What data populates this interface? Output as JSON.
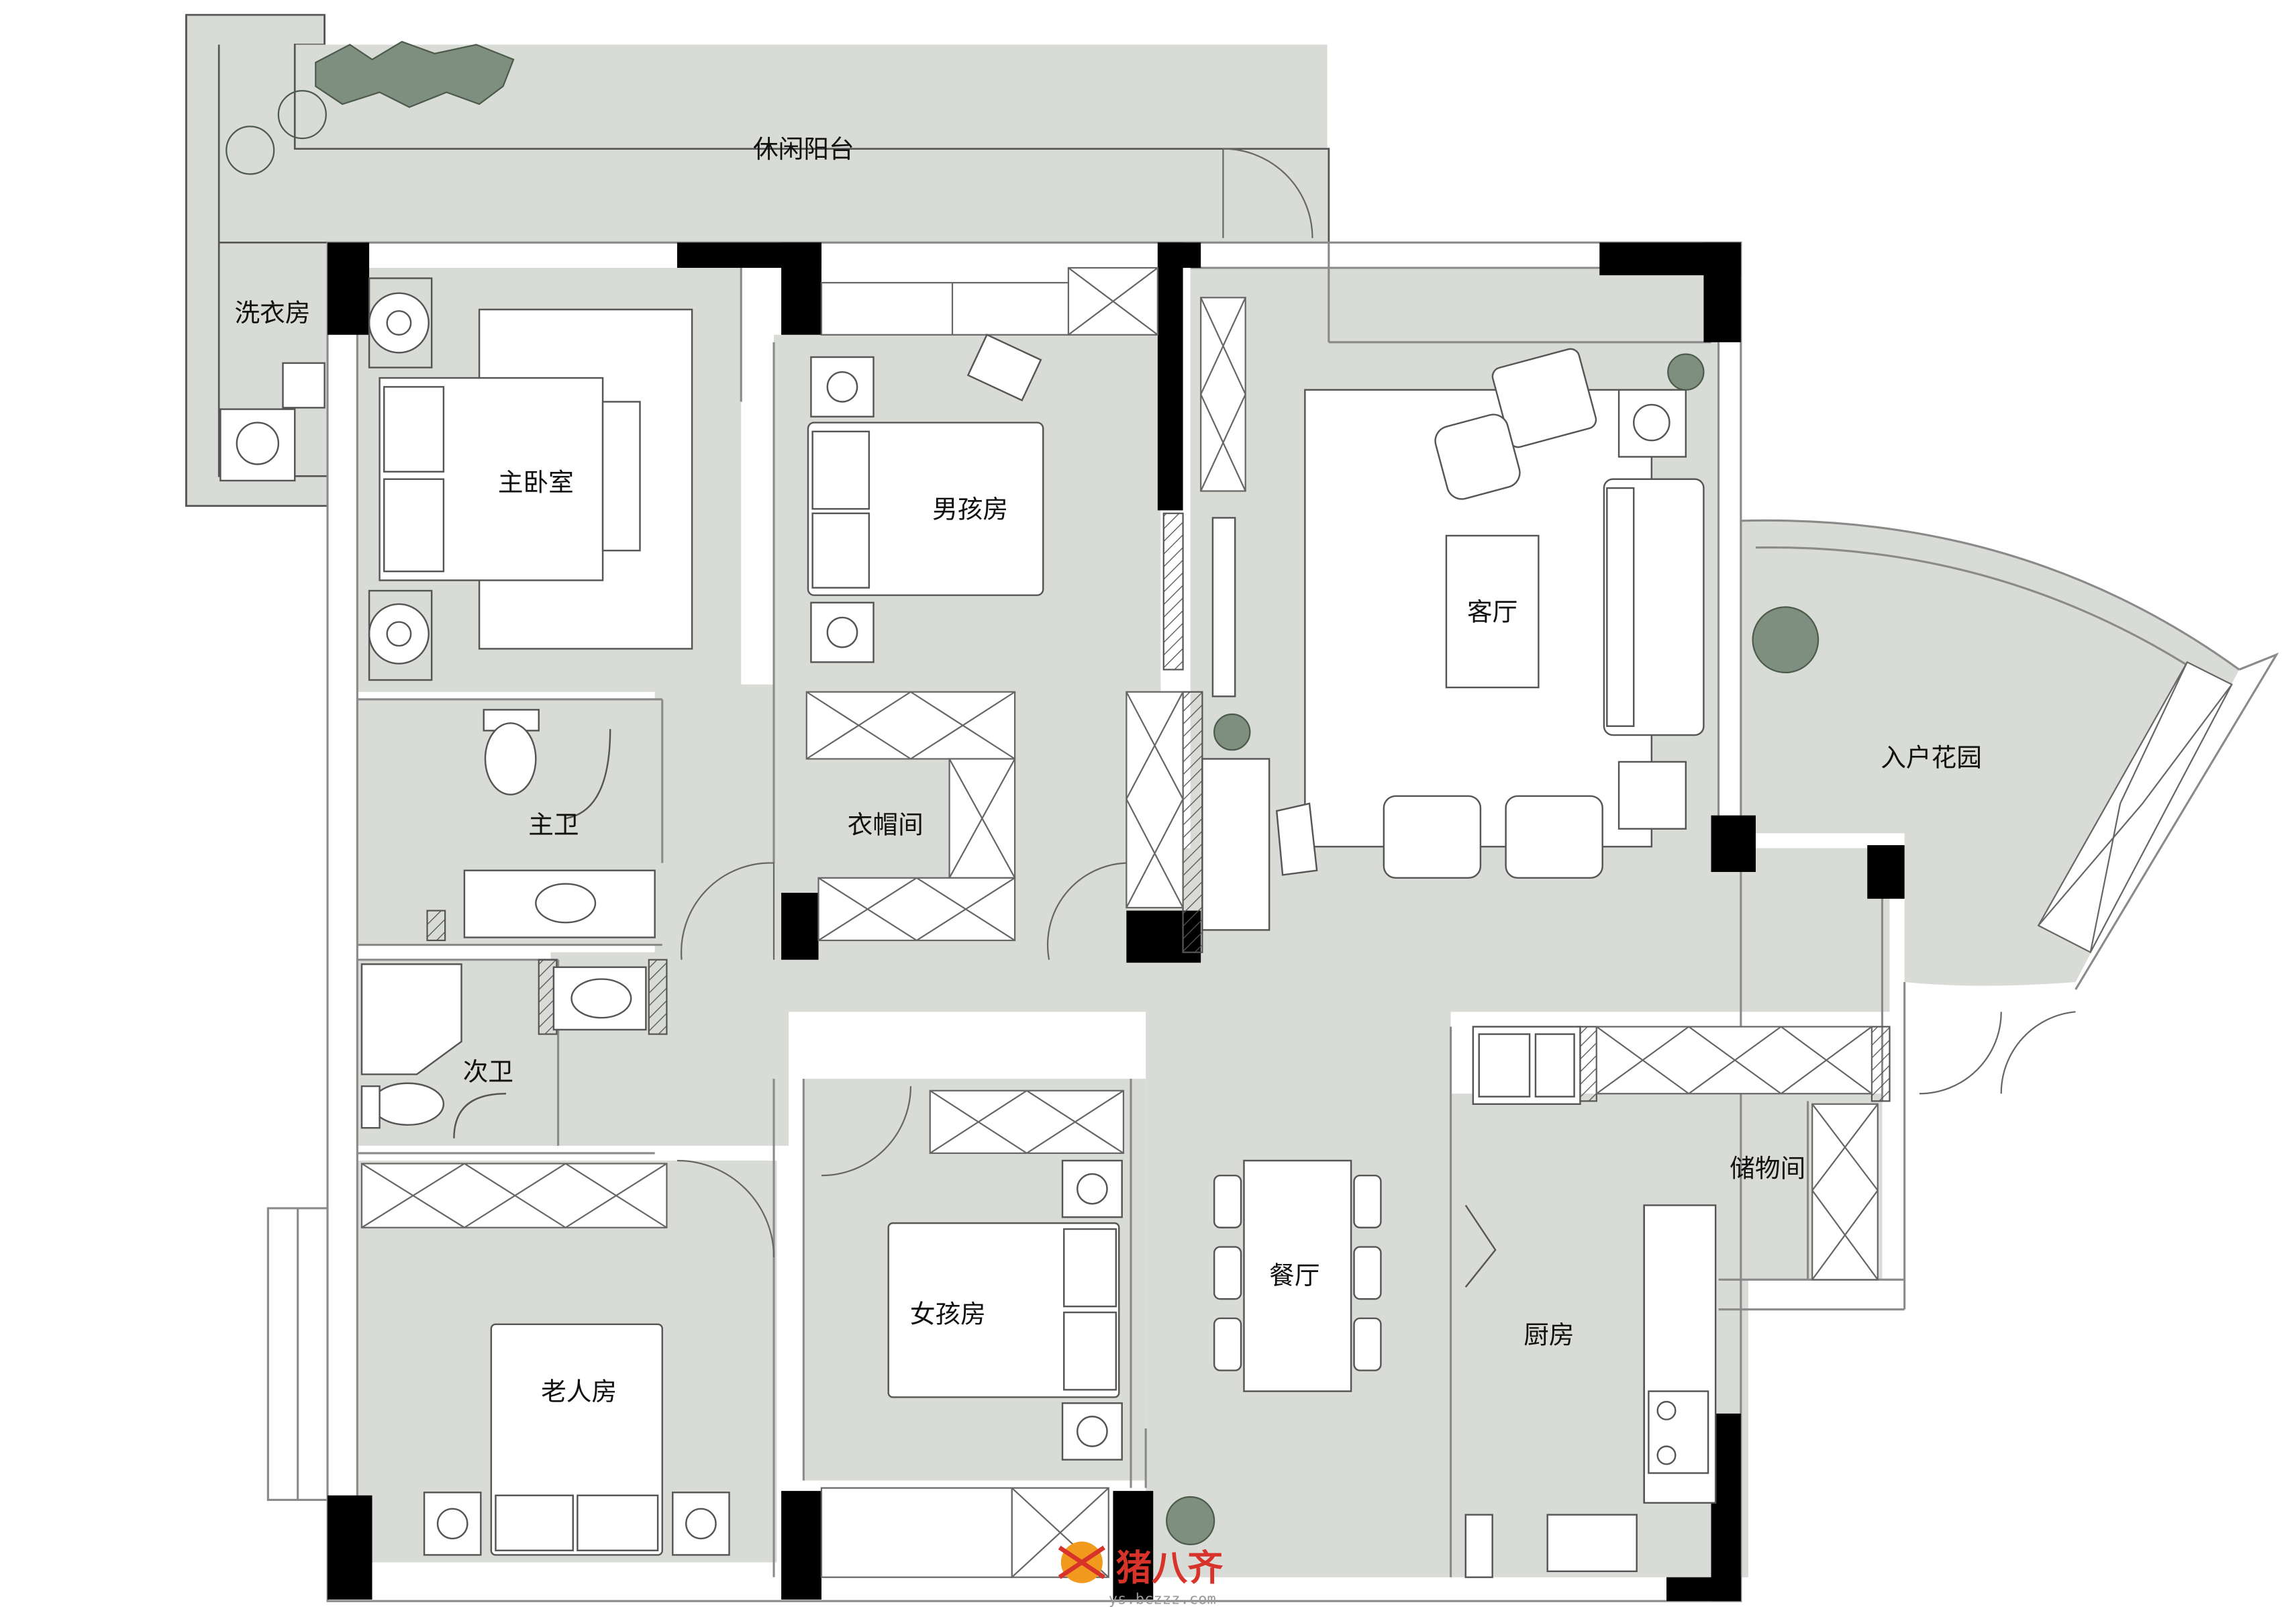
{
  "rooms": {
    "balcony": "休闲阳台",
    "laundry": "洗衣房",
    "master_bedroom": "主卧室",
    "boys_room": "男孩房",
    "living_room": "客厅",
    "entry_garden": "入户花园",
    "master_bath": "主卫",
    "cloakroom": "衣帽间",
    "second_bath": "次卫",
    "storage": "储物间",
    "dining": "餐厅",
    "kitchen": "厨房",
    "girls_room": "女孩房",
    "elders_room": "老人房"
  },
  "watermark": {
    "text": "猪八齐",
    "sub": "ys.bczzz.com"
  },
  "colors": {
    "floor": "#d9dbd6",
    "wall": "#000000",
    "outline": "#8a8a8a",
    "plant": "#7f8f7f",
    "watermark_red": "#d8332a",
    "watermark_orange": "#f29a1e"
  }
}
